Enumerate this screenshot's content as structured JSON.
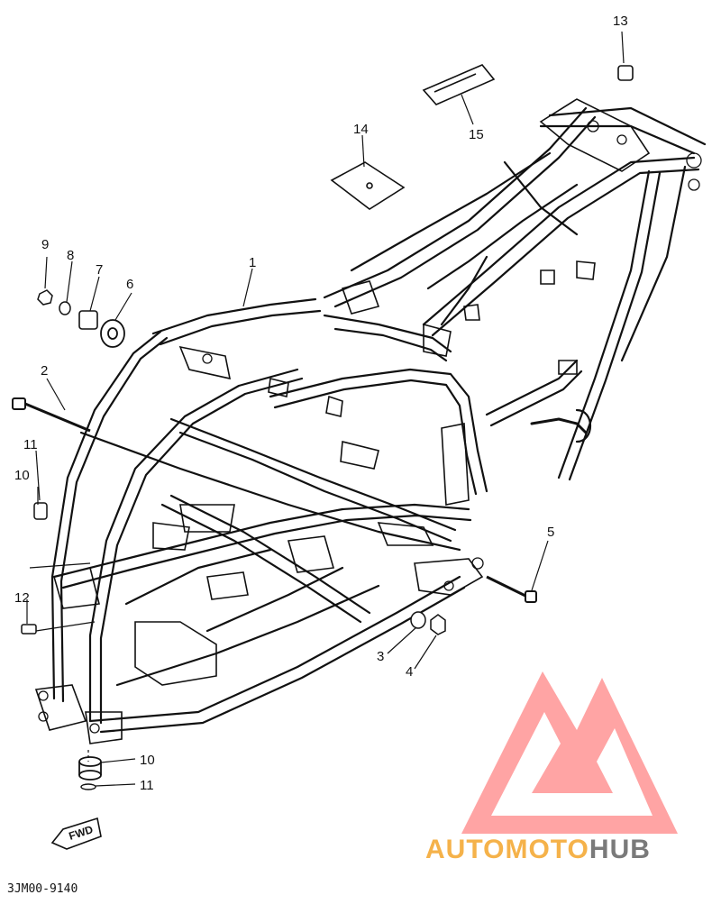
{
  "callouts": {
    "c1": "1",
    "c2": "2",
    "c3": "3",
    "c4": "4",
    "c5": "5",
    "c6": "6",
    "c7": "7",
    "c8": "8",
    "c9": "9",
    "c10a": "10",
    "c10b": "10",
    "c11a": "11",
    "c11b": "11",
    "c12": "12",
    "c13": "13",
    "c14": "14",
    "c15": "15"
  },
  "drawing_code": "3JM00-9140",
  "fwd_label": "FWD",
  "watermark": {
    "word_auto": "AUTO",
    "word_moto": "MOTO",
    "word_hub": "HUB",
    "color_auto": "#f5b24a",
    "color_moto": "#f5b24a",
    "color_hub": "#7a7a7a",
    "logo_color": "#ff5a5a"
  }
}
